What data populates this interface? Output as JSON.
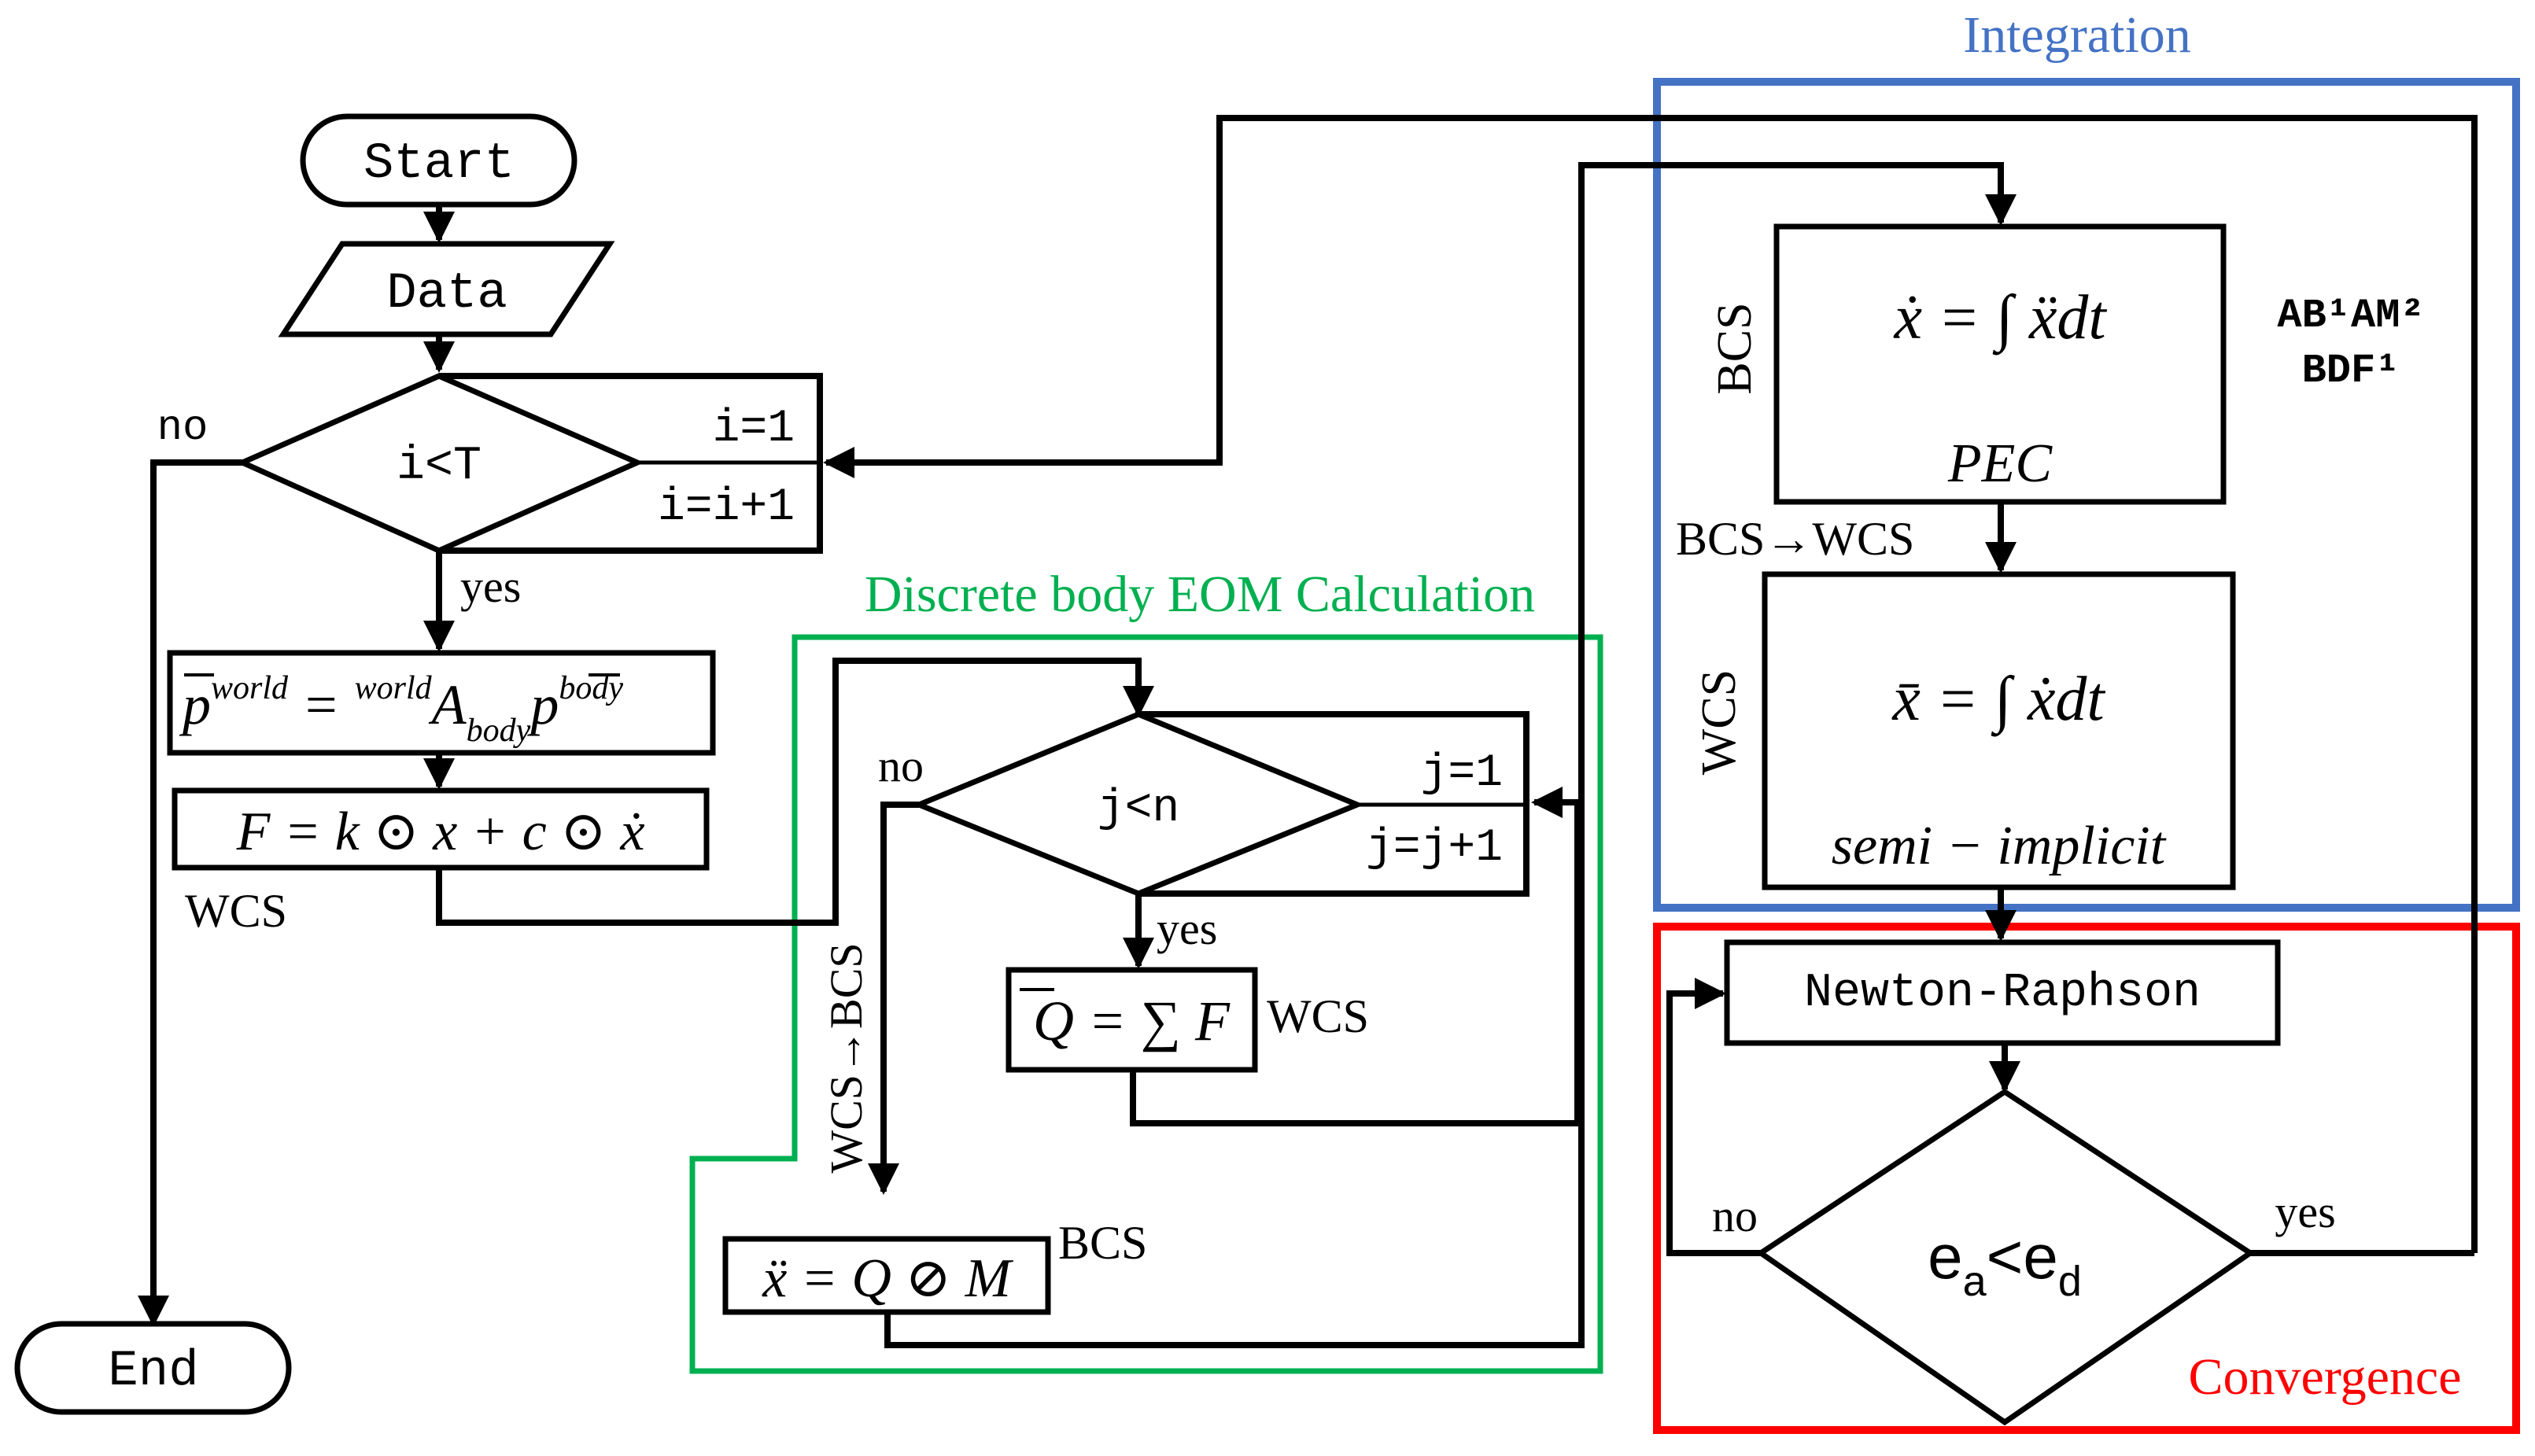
{
  "colors": {
    "integration": "#4472C4",
    "eom": "#00B050",
    "convergence": "#FF0000",
    "line": "#000000"
  },
  "start": {
    "label": "Start"
  },
  "data_node": {
    "label": "Data"
  },
  "end": {
    "label": "End"
  },
  "loop_i": {
    "condition": "i<T",
    "init": "i=1",
    "increment": "i=i+1",
    "no": "no",
    "yes": "yes"
  },
  "transform": {
    "lhs": "p",
    "lhs_sup": "world",
    "equals": "=",
    "a_pre_sup": "world",
    "a": "A",
    "a_sub": "body",
    "rhs": "p",
    "rhs_sup": "body"
  },
  "force": {
    "formula": "F = k ⊙ x + c ⊙ ẋ",
    "frame": "WCS"
  },
  "eom": {
    "title": "Discrete body EOM Calculation",
    "condition": "j<n",
    "init": "j=1",
    "increment": "j=j+1",
    "no": "no",
    "yes": "yes",
    "q_formula": "Q = ∑ F",
    "q_frame": "WCS",
    "side_label": "WCS→BCS",
    "accel_formula": "ẍ = Q ⊘ M",
    "accel_frame": "BCS"
  },
  "integration": {
    "title": "Integration",
    "vel_formula": "ẋ = ∫ ẍdt",
    "vel_method": "PEC",
    "vel_frame": "BCS",
    "methods_line1": "AB¹AM²",
    "methods_line2": "BDF¹",
    "transform_label": "BCS→WCS",
    "pos_formula": "x̄ = ∫ ẋdt",
    "pos_method": "semi − implicit",
    "pos_frame": "WCS"
  },
  "convergence": {
    "title": "Convergence",
    "solver": "Newton-Raphson",
    "condition_main": "e",
    "condition_sub_a": "a",
    "condition_op": "<",
    "condition_main2": "e",
    "condition_sub_d": "d",
    "no": "no",
    "yes": "yes"
  }
}
